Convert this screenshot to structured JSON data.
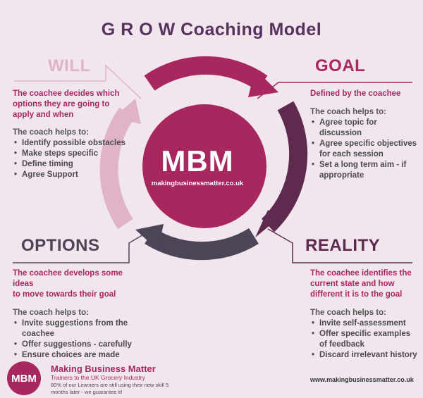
{
  "title": "G R O W  Coaching Model",
  "center": {
    "logo_text": "MBM",
    "url": "makingbusinessmatter.co.uk"
  },
  "colors": {
    "will": "#e0b3c9",
    "goal": "#a8275f",
    "reality": "#5e2a4e",
    "options": "#4b4557",
    "center_circle": "#a8275f",
    "lead_text": "#a8275f"
  },
  "will": {
    "heading": "WILL",
    "lead": [
      "The coachee decides which",
      "options they are going to",
      "apply and when"
    ],
    "helps_label": "The coach helps to:",
    "bullets": [
      "Identify possible obstacles",
      "Make steps specific",
      "Define timing",
      "Agree Support"
    ]
  },
  "goal": {
    "heading": "GOAL",
    "lead": [
      "Defined by the coachee"
    ],
    "helps_label": "The coach helps to:",
    "bullets": [
      "Agree topic for discussion",
      "Agree specific objectives for each session",
      "Set a long term aim - if appropriate"
    ]
  },
  "options": {
    "heading": "OPTIONS",
    "lead": [
      "The coachee develops some ideas",
      "to move towards their goal"
    ],
    "helps_label": "The coach helps to:",
    "bullets": [
      "Invite suggestions from the coachee",
      "Offer suggestions - carefully",
      "Ensure choices are made"
    ]
  },
  "reality": {
    "heading": "REALITY",
    "lead": [
      "The coachee identifies the",
      "current state and how",
      "different it is to the goal"
    ],
    "helps_label": "The coach helps to:",
    "bullets": [
      "Invite self-assessment",
      "Offer specific examples of feedback",
      "Discard irrelevant history"
    ]
  },
  "footer": {
    "logo_text": "MBM",
    "name": "Making Business Matter",
    "tagline": "Trainers to the UK Grocery Industry",
    "promo": "80% of our Learners are still using their new skill 5 months later - we guarantee it!",
    "url": "www.makingbusinessmatter.co.uk"
  }
}
